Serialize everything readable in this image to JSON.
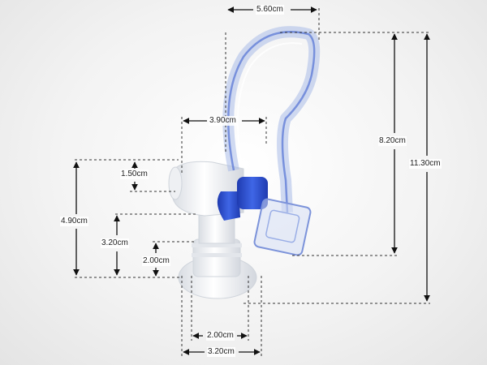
{
  "dimensions": {
    "top_width": "5.60cm",
    "handle_height": "8.20cm",
    "total_height": "11.30cm",
    "body_width": "3.90cm",
    "spout_height": "1.50cm",
    "outlet_height": "4.90cm",
    "neck_height": "3.20cm",
    "thread_height": "2.00cm",
    "thread_width": "2.00cm",
    "base_width": "3.20cm"
  },
  "colors": {
    "plastic_white": "#f2f3f5",
    "handle_clear": "#b7c6ea",
    "valve_blue": "#2d4fd0",
    "dim_line": "#222222"
  }
}
